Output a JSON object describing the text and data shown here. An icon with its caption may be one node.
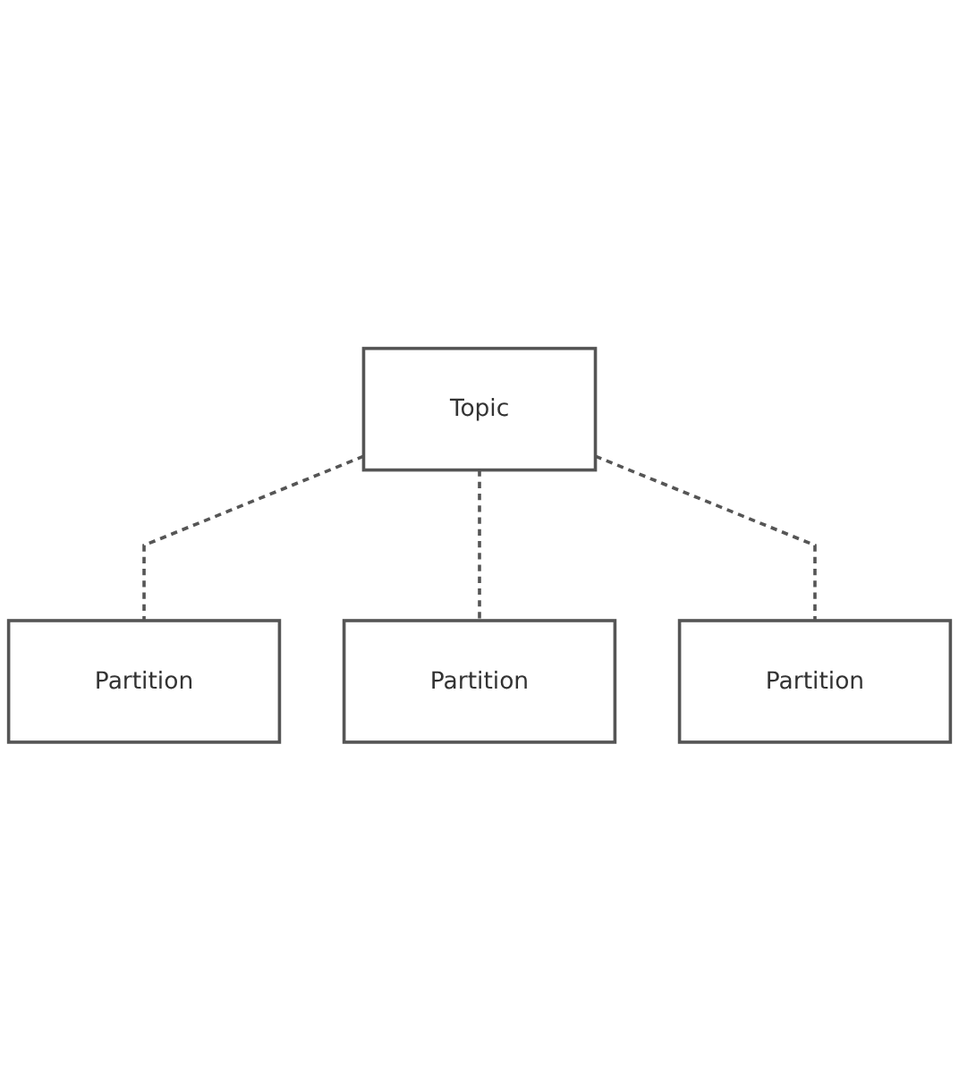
{
  "diagram": {
    "nodes": [
      {
        "text": [
          "Topic"
        ]
      },
      {
        "text": [
          "Partition"
        ]
      },
      {
        "text": [
          "Partition"
        ]
      },
      {
        "text": [
          "Partition"
        ]
      }
    ],
    "edges": [
      {
        "from": 0,
        "to": 1,
        "arrow": "none",
        "style": "dashed"
      },
      {
        "from": 0,
        "to": 2,
        "arrow": "none",
        "style": "dashed"
      },
      {
        "from": 0,
        "to": 3,
        "arrow": "none",
        "style": "dashed"
      }
    ]
  }
}
